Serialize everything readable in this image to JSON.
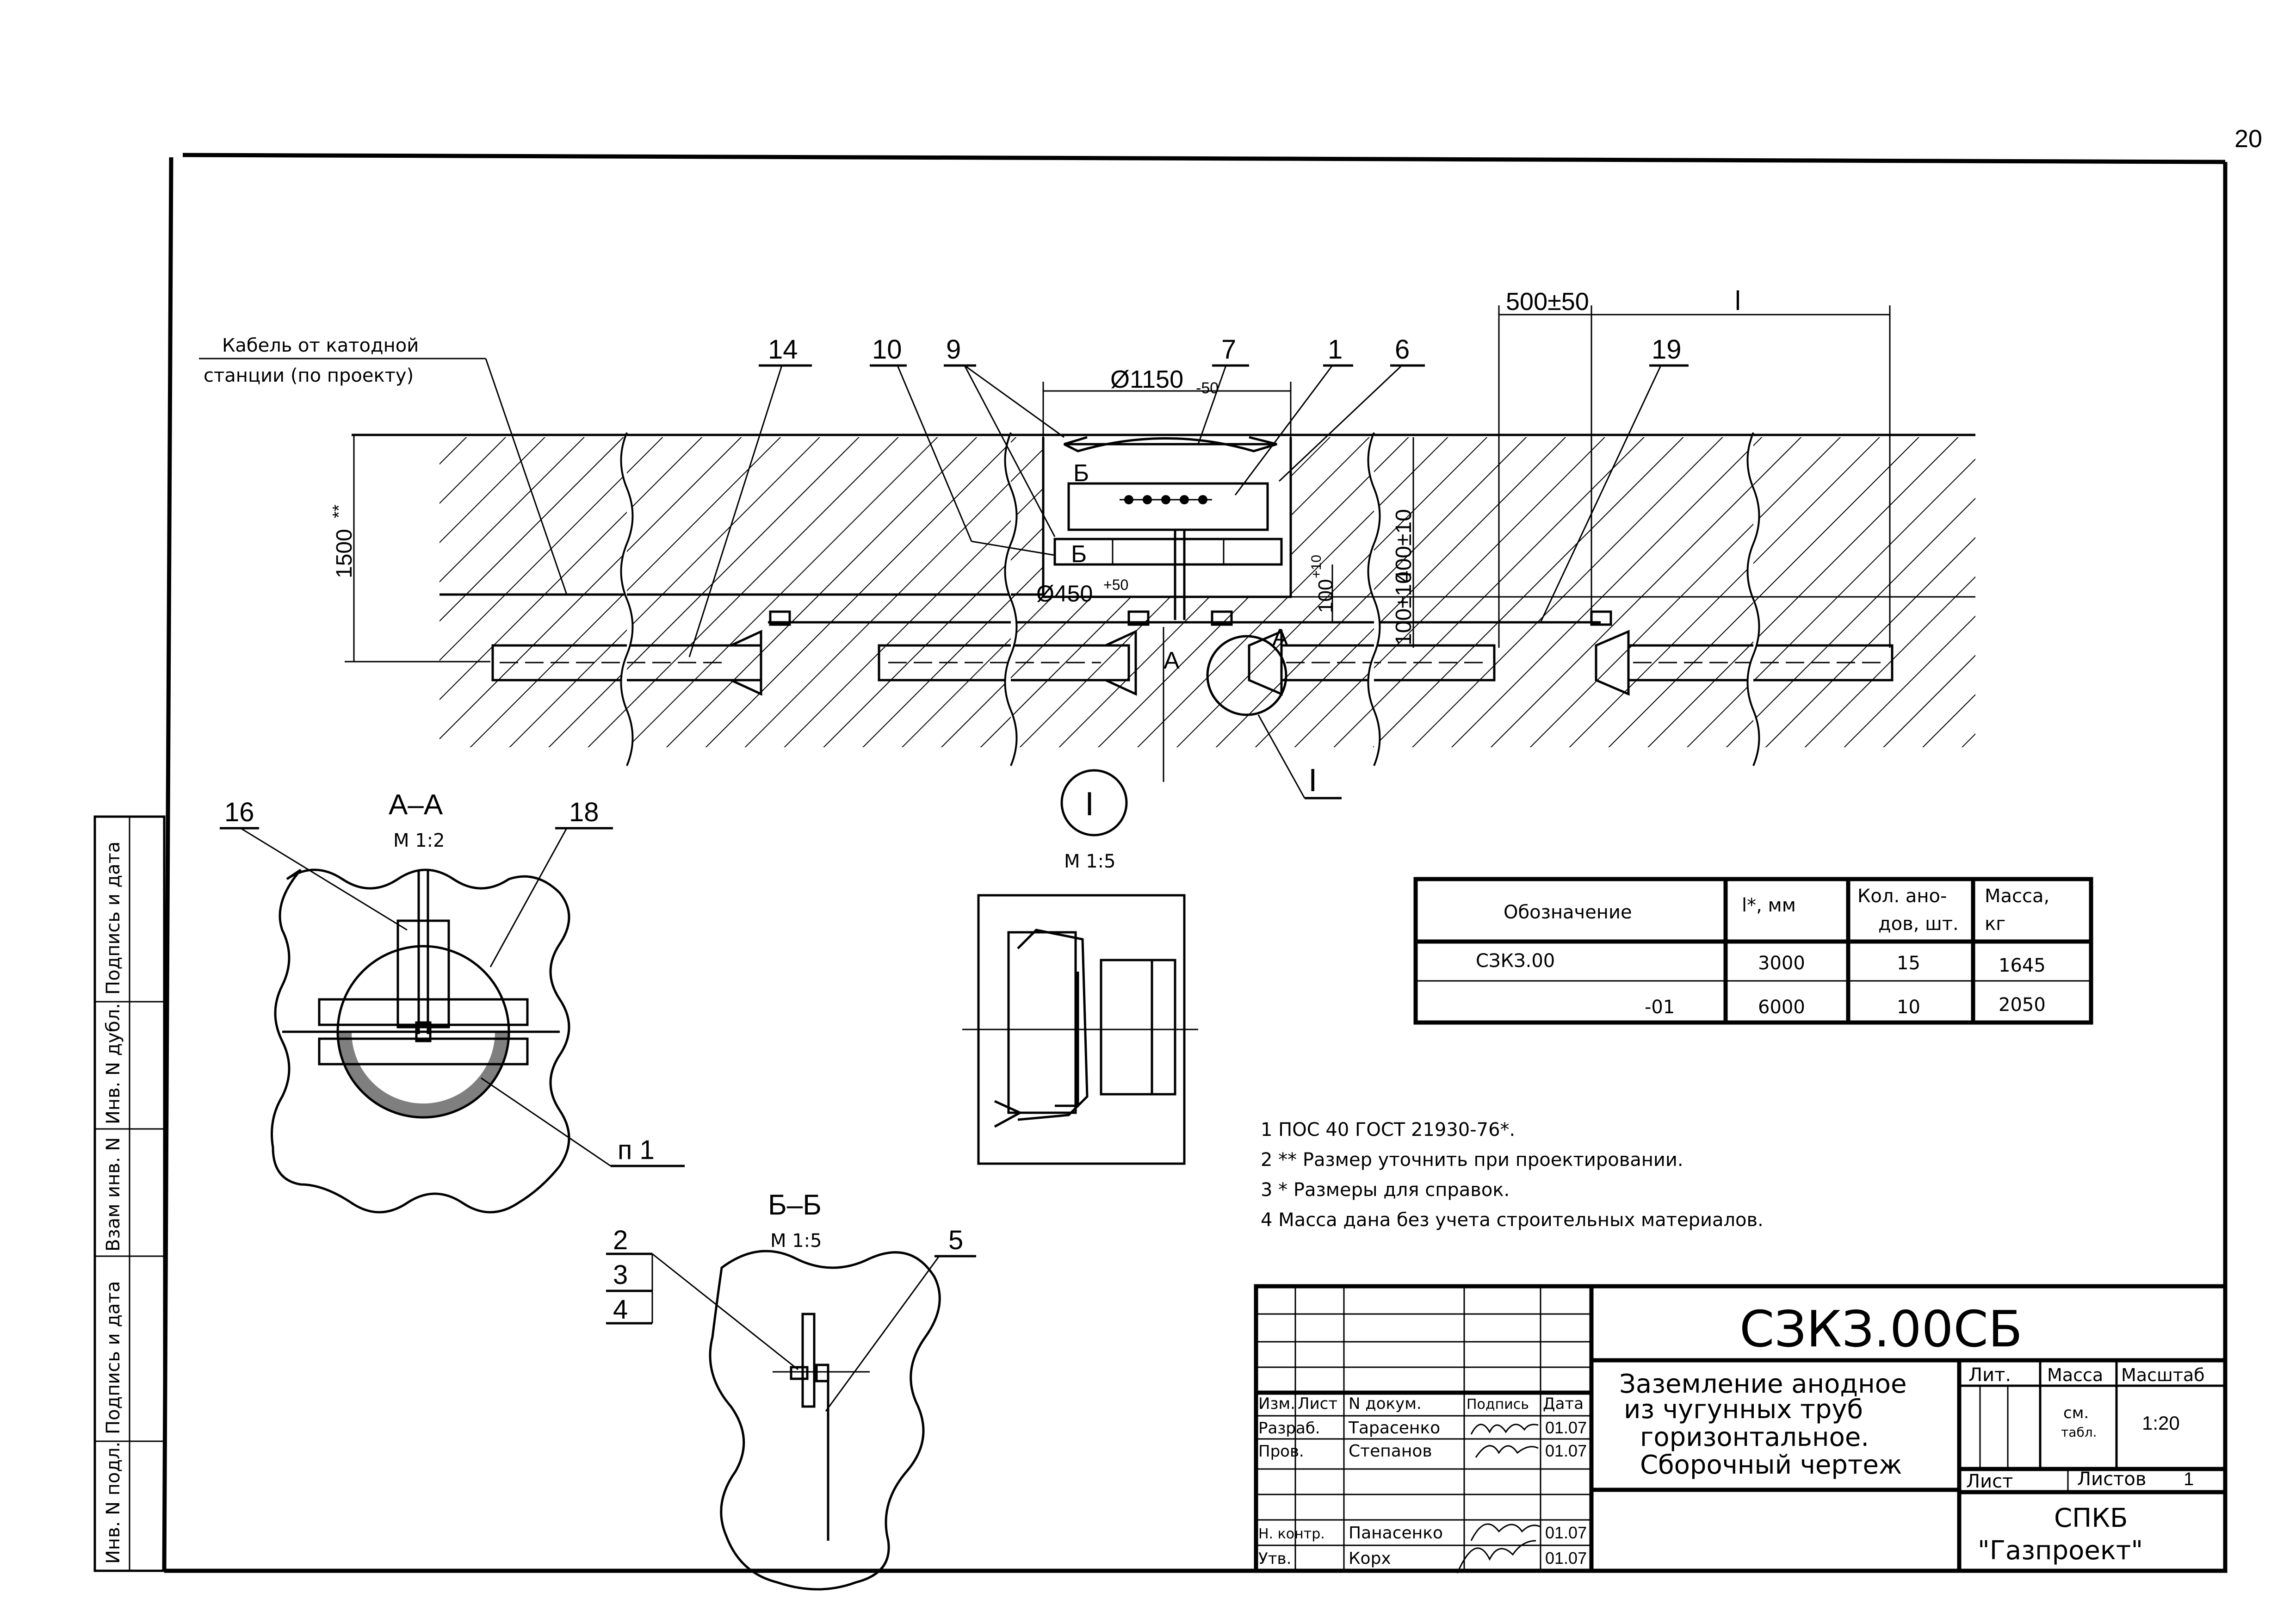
{
  "page_number": "20",
  "drawing": {
    "cable_label_1": "Кабель от катодной",
    "cable_label_2": "станции (по проекту)",
    "dim_diameter_1150": "Ø1150",
    "dim_diameter_1150_tol": "-50",
    "dim_diameter_450": "Ø450",
    "dim_diameter_450_tol": "+50",
    "dim_1500": "1500",
    "dim_1500_mark": "**",
    "dim_500": "500±50",
    "dim_l": "l",
    "dim_400": "400±10",
    "dim_100a": "100±10",
    "dim_100b": "100",
    "dim_100b_tol": "+10",
    "section_b_mark": "Б",
    "section_a_mark": "А",
    "callout_I": "I",
    "pos_14": "14",
    "pos_10": "10",
    "pos_9": "9",
    "pos_7": "7",
    "pos_1": "1",
    "pos_6": "6",
    "pos_19": "19"
  },
  "section_aa": {
    "title": "А–А",
    "scale": "М 1:2",
    "pos_16": "16",
    "pos_18": "18",
    "pos_n1": "п 1"
  },
  "view_I": {
    "title": "I",
    "scale": "М 1:5"
  },
  "section_bb": {
    "title": "Б–Б",
    "scale": "М 1:5",
    "pos_2": "2",
    "pos_3": "3",
    "pos_4": "4",
    "pos_5": "5"
  },
  "spec_table": {
    "headers": [
      "Обозначение",
      "l*, мм",
      "Кол. ано-",
      "дов, шт.",
      "Масса,",
      "кг"
    ],
    "rows": [
      {
        "designation": "СЗКЗ.00",
        "length": "3000",
        "count": "15",
        "mass": "1645"
      },
      {
        "designation": "-01",
        "length": "6000",
        "count": "10",
        "mass": "2050"
      }
    ]
  },
  "notes": [
    "1 ПОС 40 ГОСТ 21930-76*.",
    "2 ** Размер уточнить при проектировании.",
    "3 * Размеры для справок.",
    "4 Масса дана без учета строительных материалов."
  ],
  "side_stamp": [
    "Инв. N подл.",
    "Подпись и дата",
    "Взам инв. N",
    "Инв. N дубл.",
    "Подпись и дата"
  ],
  "title_block": {
    "designation": "СЗКЗ.00СБ",
    "name_lines": [
      "Заземление анодное",
      "из чугунных труб",
      "горизонтальное.",
      "Сборочный чертеж"
    ],
    "col_headers": [
      "Изм.",
      "Лист",
      "N докум.",
      "Подпись",
      "Дата"
    ],
    "rows": [
      {
        "role": "Разраб.",
        "name": "Тарасенко",
        "date": "01.07"
      },
      {
        "role": "Пров.",
        "name": "Степанов",
        "date": "01.07"
      },
      {
        "role": "Н. контр.",
        "name": "Панасенко",
        "date": "01.07"
      },
      {
        "role": "Утв.",
        "name": "Корх",
        "date": "01.07"
      }
    ],
    "lit_label": "Лит.",
    "mass_label": "Масса",
    "scale_label": "Масштаб",
    "mass_value_1": "см.",
    "mass_value_2": "табл.",
    "scale_value": "1:20",
    "sheet_label": "Лист",
    "sheets_label": "Листов",
    "sheets_value": "1",
    "org_1": "СПКБ",
    "org_2": "\"Газпроект\""
  }
}
